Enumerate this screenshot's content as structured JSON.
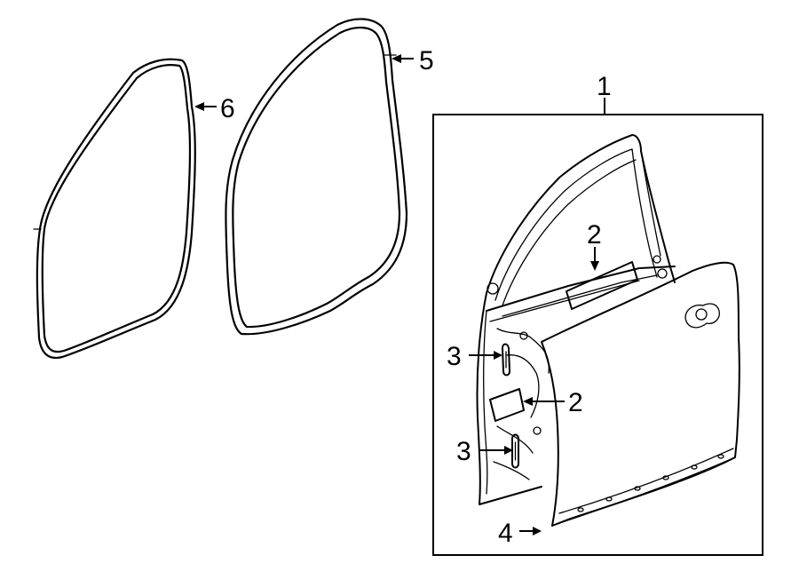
{
  "callouts": {
    "part_1": "1",
    "part_2_upper": "2",
    "part_2_lower": "2",
    "part_3_upper": "3",
    "part_3_lower": "3",
    "part_4": "4",
    "part_5": "5",
    "part_6": "6"
  }
}
